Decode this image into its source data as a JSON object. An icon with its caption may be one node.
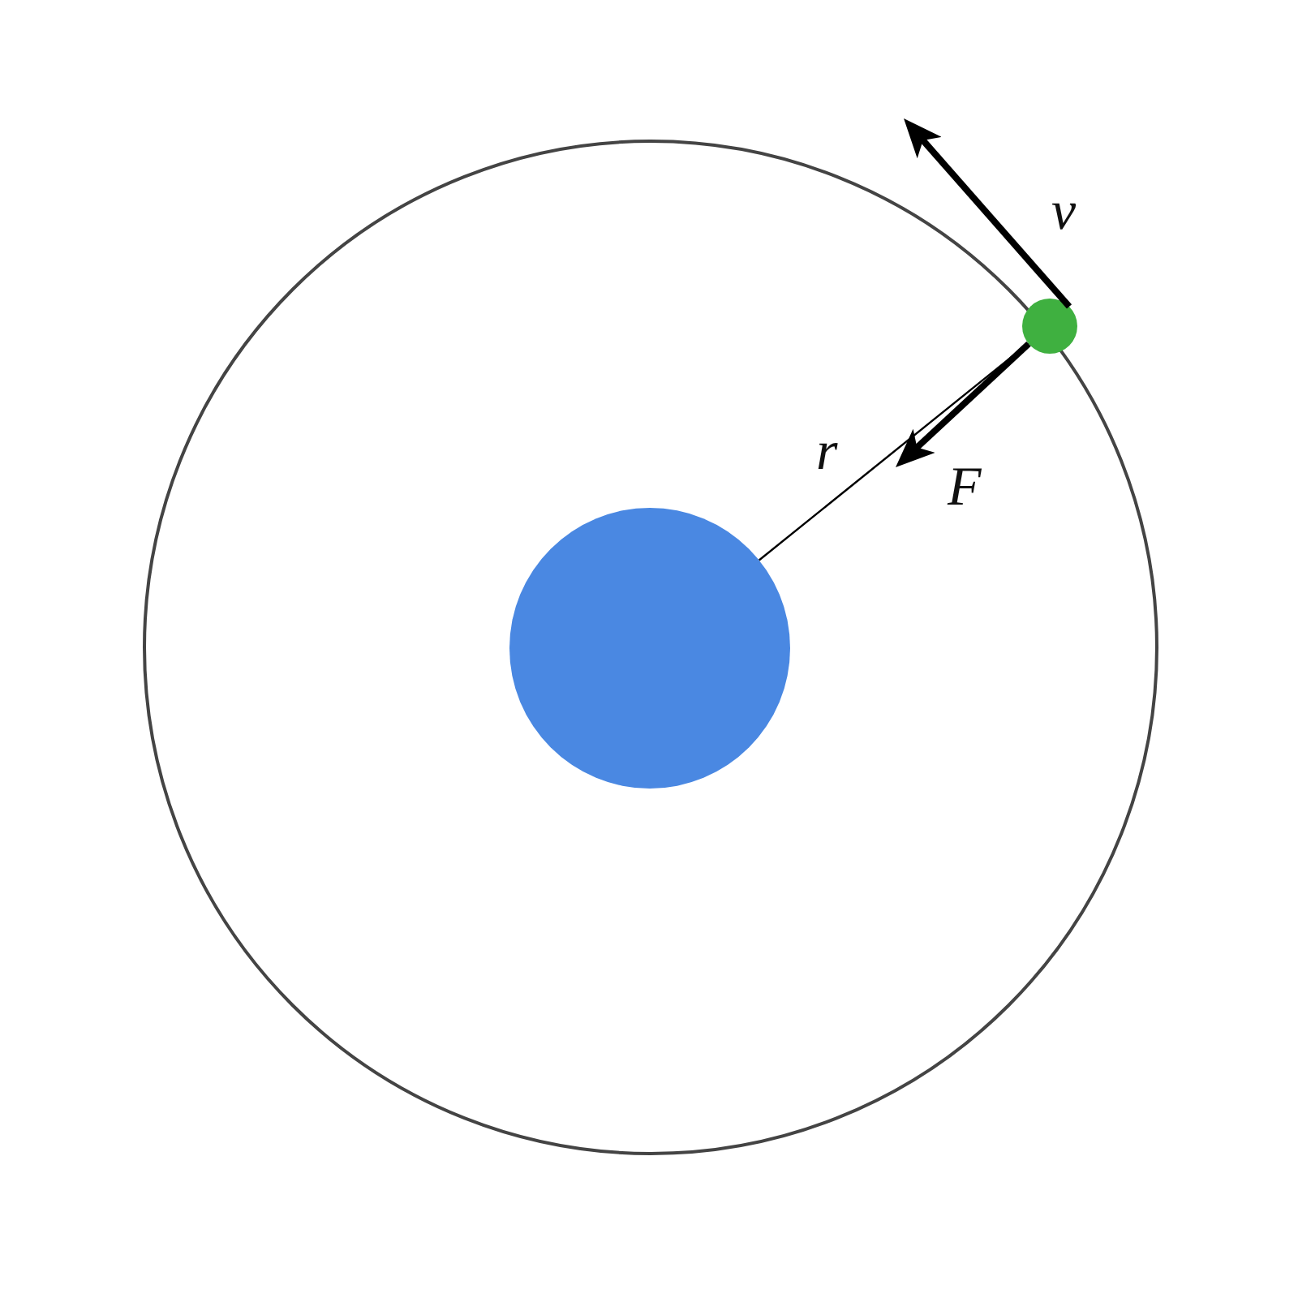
{
  "diagram": {
    "nodes": [
      {
        "text": [],
        "shape": "circle"
      },
      {
        "text": [],
        "shape": "circle"
      }
    ],
    "edges": [
      {
        "from": 1,
        "to": 0,
        "arrow": "none",
        "label": "r"
      },
      {
        "from": 1,
        "to": null,
        "arrow": "to",
        "label": "v"
      },
      {
        "from": 1,
        "to": null,
        "arrow": "to",
        "label": "F⃗"
      }
    ]
  }
}
